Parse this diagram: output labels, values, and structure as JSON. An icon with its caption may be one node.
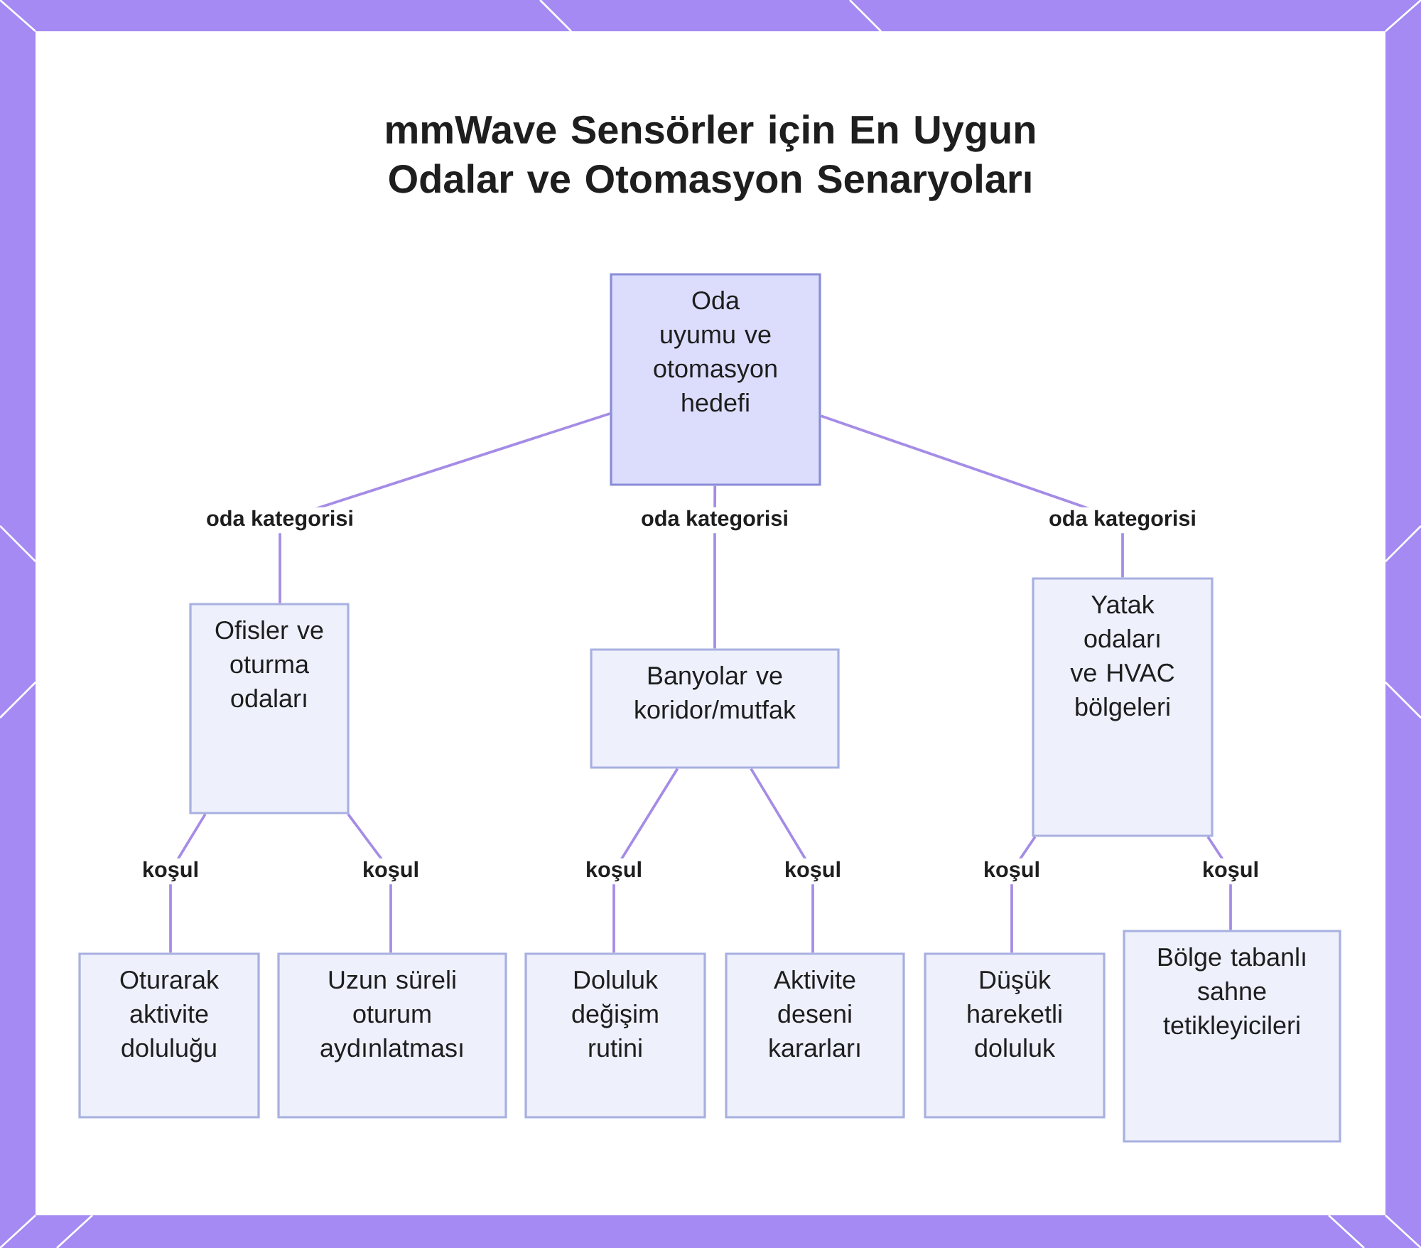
{
  "diagram": {
    "title": "mmWave Sensörler için En Uygun Odalar ve Otomasyon Senaryoları",
    "nodes": [
      {
        "text": [
          "Oda uyumu ve otomasyon hedefi"
        ]
      },
      {
        "text": [
          "Ofisler ve oturma odaları"
        ]
      },
      {
        "text": [
          "Banyolar ve koridor/mutfak"
        ]
      },
      {
        "text": [
          "Yatak odaları ve HVAC bölgeleri"
        ]
      },
      {
        "text": [
          "Oturarak aktivite doluluğu"
        ]
      },
      {
        "text": [
          "Uzun süreli oturum aydınlatması"
        ]
      },
      {
        "text": [
          "Doluluk değişim rutini"
        ]
      },
      {
        "text": [
          "Aktivite deseni kararları"
        ]
      },
      {
        "text": [
          "Düşük hareketli doluluk"
        ]
      },
      {
        "text": [
          "Bölge tabanlı sahne tetikleyicileri"
        ]
      }
    ],
    "edges": [
      {
        "from": 0,
        "to": 1,
        "arrow": "none",
        "label": "oda kategorisi"
      },
      {
        "from": 0,
        "to": 2,
        "arrow": "none",
        "label": "oda kategorisi"
      },
      {
        "from": 0,
        "to": 3,
        "arrow": "none",
        "label": "oda kategorisi"
      },
      {
        "from": 1,
        "to": 4,
        "arrow": "none",
        "label": "koşul"
      },
      {
        "from": 1,
        "to": 5,
        "arrow": "none",
        "label": "koşul"
      },
      {
        "from": 2,
        "to": 6,
        "arrow": "none",
        "label": "koşul"
      },
      {
        "from": 2,
        "to": 7,
        "arrow": "none",
        "label": "koşul"
      },
      {
        "from": 3,
        "to": 8,
        "arrow": "none",
        "label": "koşul"
      },
      {
        "from": 3,
        "to": 9,
        "arrow": "none",
        "label": "koşul"
      }
    ]
  }
}
